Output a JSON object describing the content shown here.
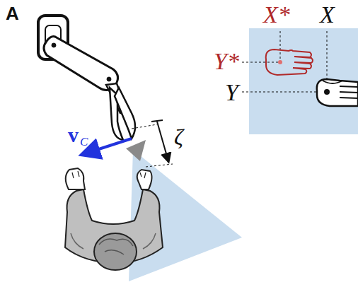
{
  "diagram": {
    "labels": [
      "A",
      "v",
      "C",
      "ζ",
      "X*",
      "Y*",
      "X",
      "Y"
    ]
  }
}
